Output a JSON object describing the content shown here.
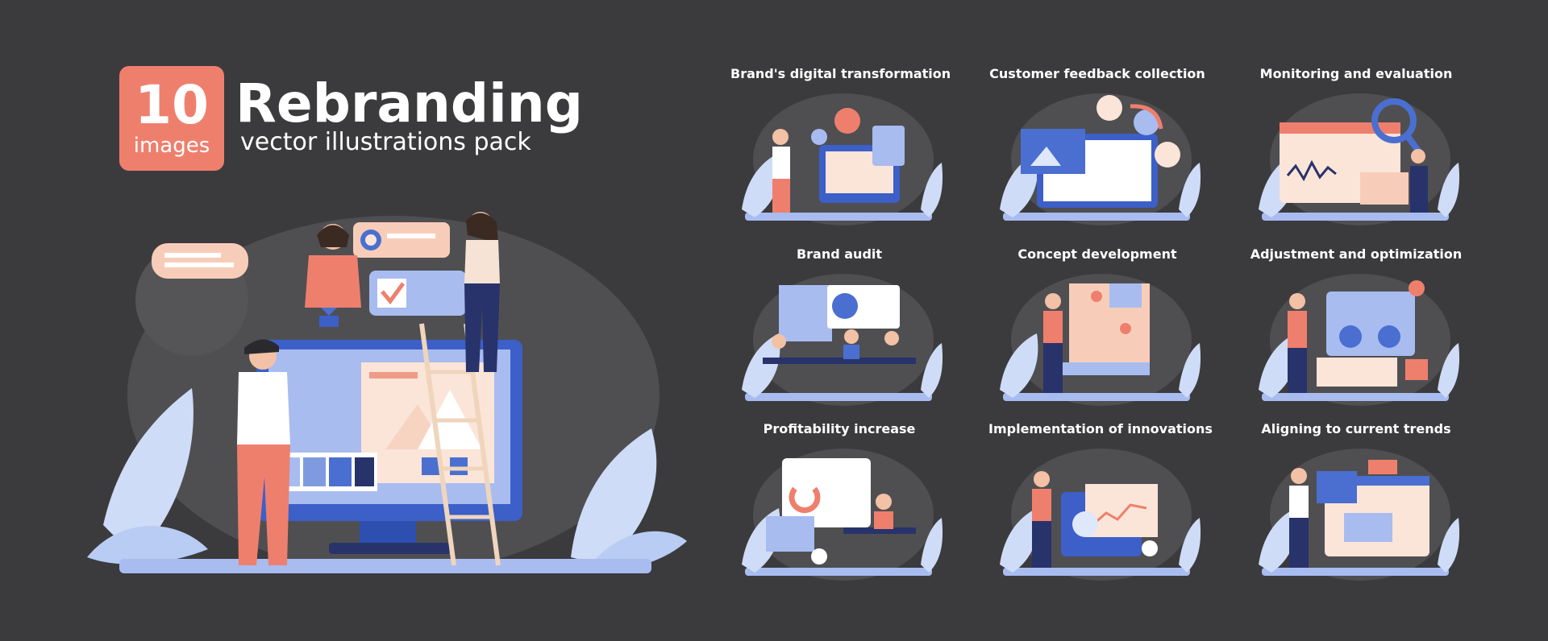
{
  "badge": {
    "number": "10",
    "word": "images"
  },
  "header": {
    "title": "Rebranding",
    "subtitle": "vector illustrations pack"
  },
  "scenes": [
    {
      "label": "Brand's digital transformation"
    },
    {
      "label": "Customer feedback collection"
    },
    {
      "label": "Monitoring and evaluation"
    },
    {
      "label": "Brand audit"
    },
    {
      "label": "Concept development"
    },
    {
      "label": "Adjustment and optimization"
    },
    {
      "label": "Profitability increase"
    },
    {
      "label": "Implementation of innovations"
    },
    {
      "label": "Aligning to current trends"
    }
  ],
  "colors": {
    "background": "#3b3b3d",
    "accent": "#ef7f6d",
    "blue": "#4a6fd1",
    "navy": "#28336b",
    "pale": "#dfe8fb",
    "blob": "#4f4f52"
  }
}
